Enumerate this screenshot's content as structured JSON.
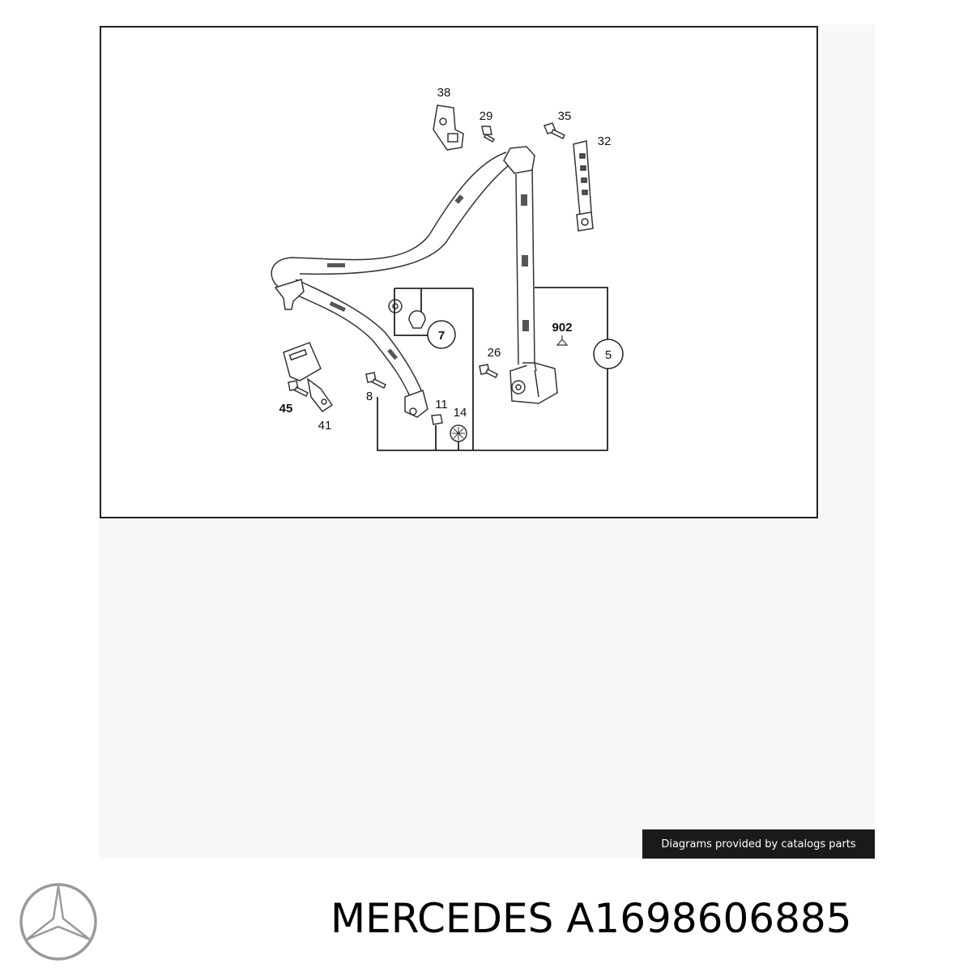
{
  "diagram": {
    "callouts": {
      "c38": "38",
      "c29": "29",
      "c35": "35",
      "c32": "32",
      "c902": "902",
      "c7": "7",
      "c5": "5",
      "c26": "26",
      "c45": "45",
      "c41": "41",
      "c8": "8",
      "c11": "11",
      "c14": "14"
    }
  },
  "credit": {
    "text": "Diagrams provided by catalogs parts"
  },
  "brand": {
    "logo_icon": "mercedes-star-icon",
    "logo_color": "#9a9a9a"
  },
  "part": {
    "title": "MERCEDES A1698606885"
  }
}
